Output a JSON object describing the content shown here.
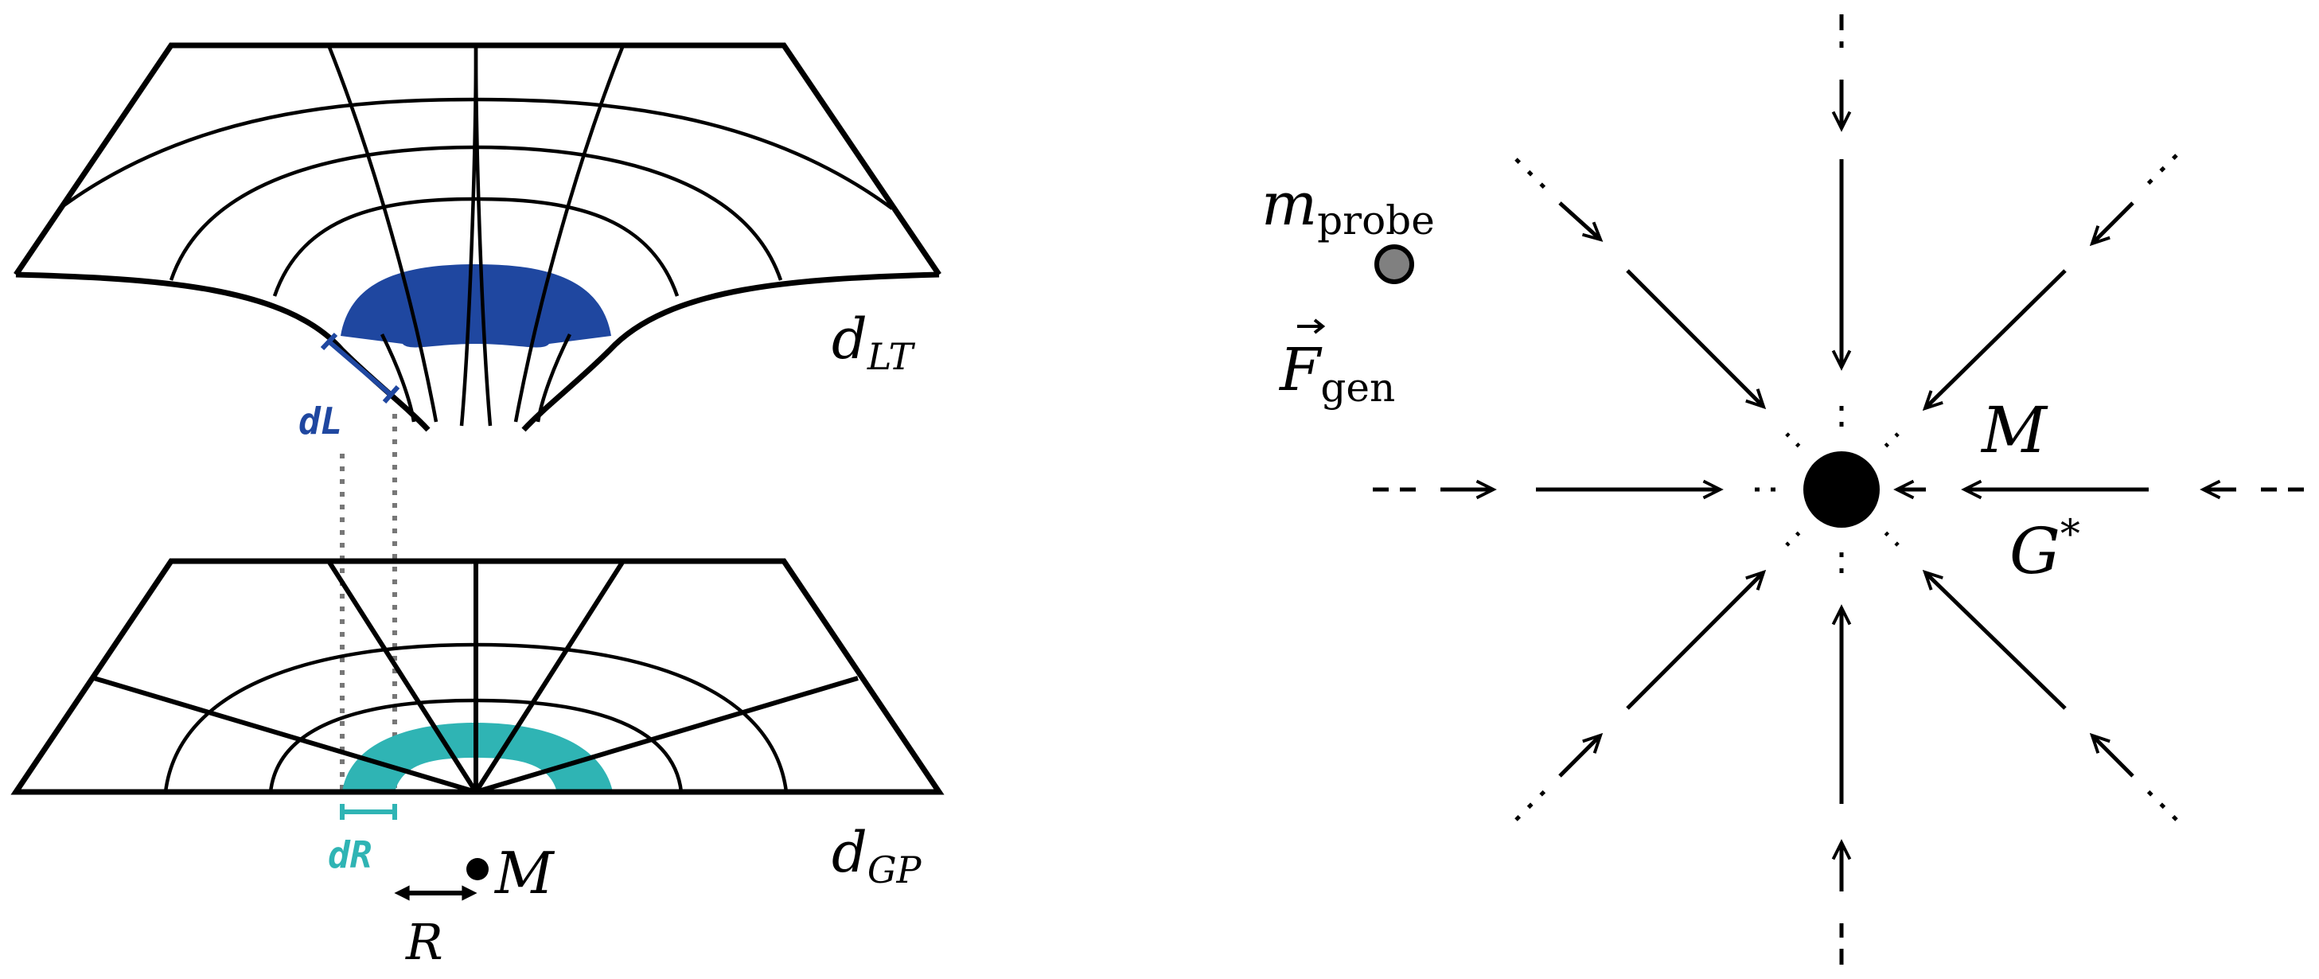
{
  "left_panel": {
    "top_surface": {
      "label_main": "d",
      "label_sub": "LT",
      "band_label": "dL"
    },
    "bottom_surface": {
      "label_main": "d",
      "label_sub": "GP",
      "band_label": "dR"
    },
    "mass_label": "M",
    "radius_label": "R"
  },
  "right_panel": {
    "probe_label_main": "m",
    "probe_label_sub": "probe",
    "force_label_main": "F",
    "force_label_sub": "gen",
    "mass_label": "M",
    "g_label_main": "G",
    "g_label_sup": "*"
  },
  "colors": {
    "dark_blue": "#1f47a0",
    "teal": "#2fb4b4",
    "line": "#000000",
    "dotted_gray": "#777777",
    "probe_fill": "#808080"
  }
}
